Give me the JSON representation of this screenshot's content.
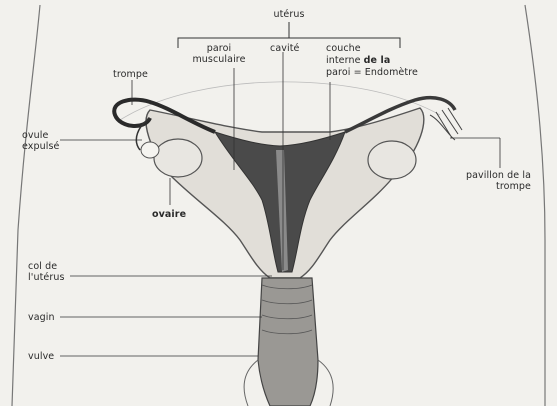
{
  "labels": {
    "uterus": "utérus",
    "paroi_musculaire": "paroi\nmusculaire",
    "cavite": "cavité",
    "couche_line1": "couche",
    "couche_line2a": "interne ",
    "couche_line2b": "de la",
    "couche_line3": "paroi = Endomètre",
    "trompe": "trompe",
    "ovule_expulse": "ovule\nexpulsé",
    "pavillon": "pavillon de la\ntrompe",
    "ovaire": "ovaire",
    "col": "col de\nl'utérus",
    "vagin": "vagin",
    "vulve": "vulve"
  }
}
